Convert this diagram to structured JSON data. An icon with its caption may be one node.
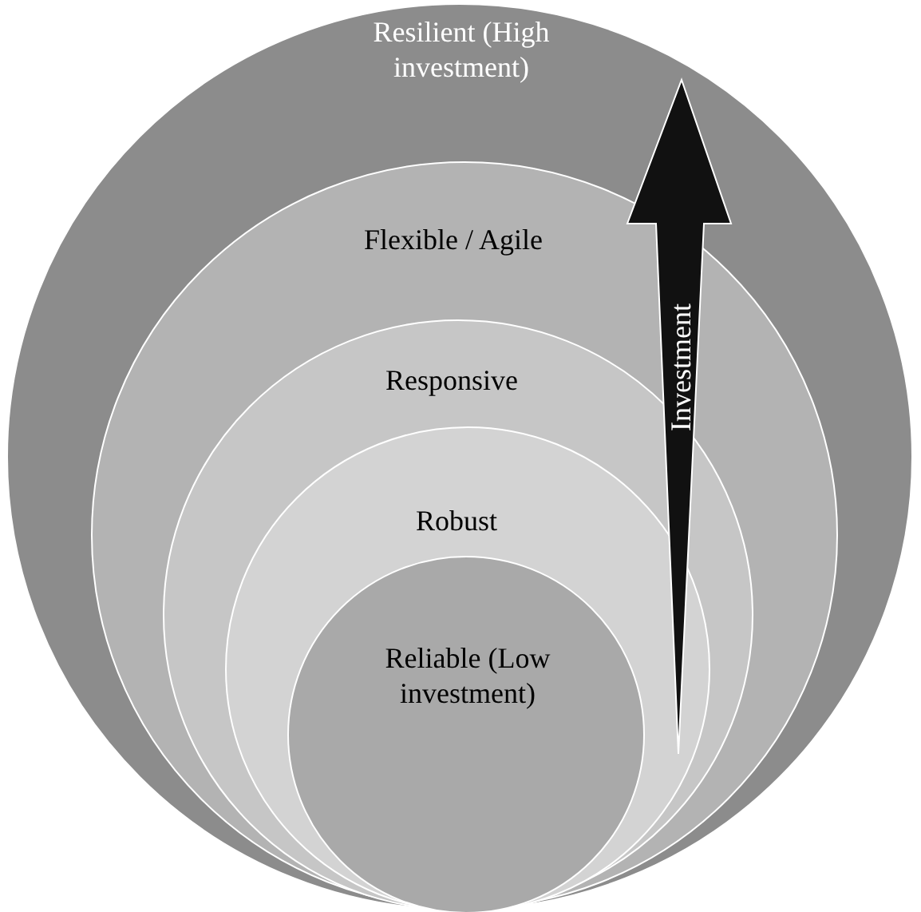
{
  "diagram": {
    "nodes": [
      {
        "text": [
          "Resilient (High investment)"
        ]
      },
      {
        "text": [
          "Flexible / Agile"
        ],
        "in": 0
      },
      {
        "text": [
          "Responsive"
        ],
        "in": 1
      },
      {
        "text": [
          "Robust"
        ],
        "in": 2
      },
      {
        "text": [
          "Reliable (Low investment)"
        ],
        "in": 3
      }
    ],
    "labels": [
      "Investment"
    ]
  }
}
